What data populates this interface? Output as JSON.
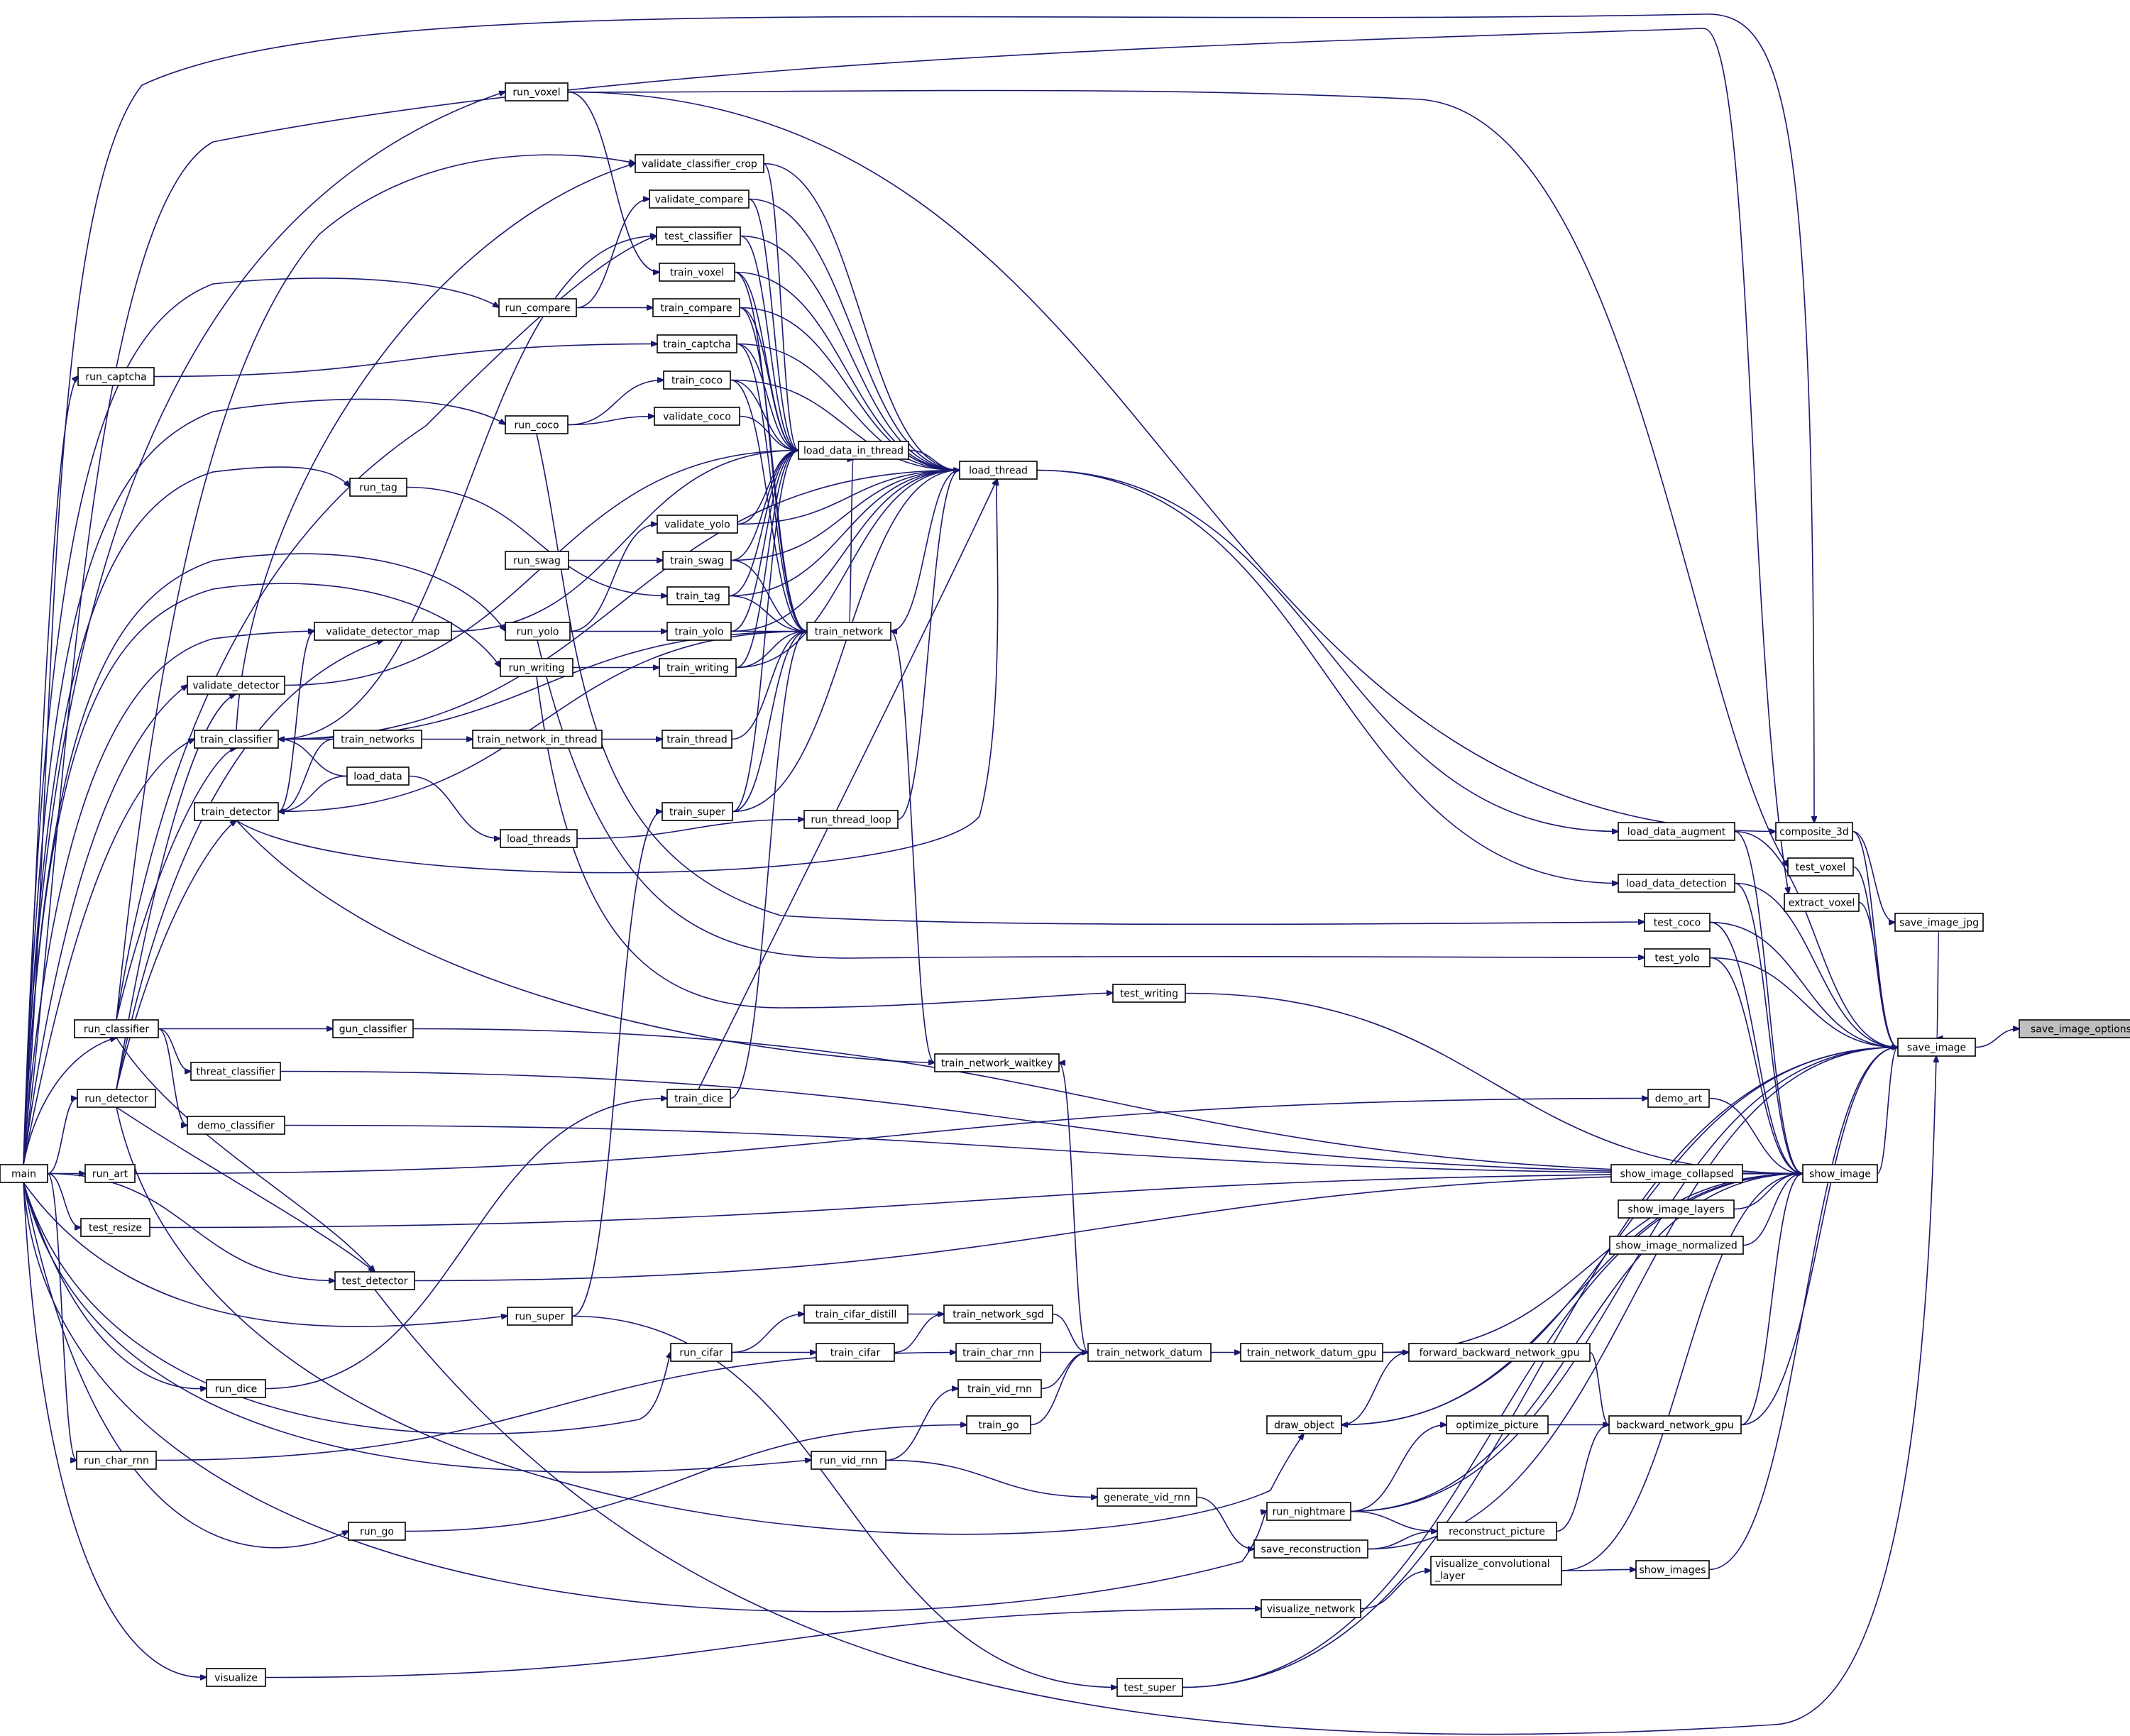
{
  "graph": {
    "colors": {
      "edge": "#191970",
      "target_fill": "#bfbfbf",
      "node_fill": "#ffffff",
      "node_border": "#000000"
    },
    "nodes": [
      {
        "id": "save_image_options",
        "label": "save_image_options"
      },
      {
        "id": "save_image",
        "label": "save_image"
      },
      {
        "id": "save_image_jpg",
        "label": "save_image_jpg"
      },
      {
        "id": "composite_3d",
        "label": "composite_3d"
      },
      {
        "id": "test_voxel",
        "label": "test_voxel"
      },
      {
        "id": "extract_voxel",
        "label": "extract_voxel"
      },
      {
        "id": "show_image",
        "label": "show_image"
      },
      {
        "id": "show_images",
        "label": "show_images"
      },
      {
        "id": "load_data_augment",
        "label": "load_data_augment"
      },
      {
        "id": "load_data_detection",
        "label": "load_data_detection"
      },
      {
        "id": "test_coco",
        "label": "test_coco"
      },
      {
        "id": "test_yolo",
        "label": "test_yolo"
      },
      {
        "id": "demo_art",
        "label": "demo_art"
      },
      {
        "id": "show_image_collapsed",
        "label": "show_image_collapsed"
      },
      {
        "id": "show_image_layers",
        "label": "show_image_layers"
      },
      {
        "id": "show_image_normalized",
        "label": "show_image_normalized"
      },
      {
        "id": "forward_backward_network_gpu",
        "label": "forward_backward_network_gpu"
      },
      {
        "id": "backward_network_gpu",
        "label": "backward_network_gpu"
      },
      {
        "id": "train_network_datum_gpu",
        "label": "train_network_datum_gpu"
      },
      {
        "id": "optimize_picture",
        "label": "optimize_picture"
      },
      {
        "id": "reconstruct_picture",
        "label": "reconstruct_picture"
      },
      {
        "id": "visualize_convolutional_layer",
        "label": "visualize_convolutional_layer",
        "lines": [
          "visualize_convolutional",
          "_layer"
        ]
      },
      {
        "id": "draw_object",
        "label": "draw_object"
      },
      {
        "id": "run_nightmare",
        "label": "run_nightmare"
      },
      {
        "id": "save_reconstruction",
        "label": "save_reconstruction"
      },
      {
        "id": "visualize_network",
        "label": "visualize_network"
      },
      {
        "id": "test_writing",
        "label": "test_writing"
      },
      {
        "id": "load_thread",
        "label": "load_thread"
      },
      {
        "id": "load_data_in_thread",
        "label": "load_data_in_thread"
      },
      {
        "id": "train_network",
        "label": "train_network"
      },
      {
        "id": "train_network_waitkey",
        "label": "train_network_waitkey"
      },
      {
        "id": "train_network_datum",
        "label": "train_network_datum"
      },
      {
        "id": "train_network_sgd",
        "label": "train_network_sgd"
      },
      {
        "id": "train_char_rnn",
        "label": "train_char_rnn"
      },
      {
        "id": "train_vid_rnn",
        "label": "train_vid_rnn"
      },
      {
        "id": "train_go",
        "label": "train_go"
      },
      {
        "id": "generate_vid_rnn",
        "label": "generate_vid_rnn"
      },
      {
        "id": "test_super",
        "label": "test_super"
      },
      {
        "id": "run_voxel",
        "label": "run_voxel"
      },
      {
        "id": "validate_classifier_crop",
        "label": "validate_classifier_crop"
      },
      {
        "id": "validate_compare",
        "label": "validate_compare"
      },
      {
        "id": "test_classifier",
        "label": "test_classifier"
      },
      {
        "id": "train_voxel",
        "label": "train_voxel"
      },
      {
        "id": "train_compare",
        "label": "train_compare"
      },
      {
        "id": "train_captcha",
        "label": "train_captcha"
      },
      {
        "id": "train_coco",
        "label": "train_coco"
      },
      {
        "id": "validate_coco",
        "label": "validate_coco"
      },
      {
        "id": "validate_yolo",
        "label": "validate_yolo"
      },
      {
        "id": "train_swag",
        "label": "train_swag"
      },
      {
        "id": "train_tag",
        "label": "train_tag"
      },
      {
        "id": "train_yolo",
        "label": "train_yolo"
      },
      {
        "id": "train_writing",
        "label": "train_writing"
      },
      {
        "id": "train_thread",
        "label": "train_thread"
      },
      {
        "id": "train_super",
        "label": "train_super"
      },
      {
        "id": "run_thread_loop",
        "label": "run_thread_loop"
      },
      {
        "id": "train_dice",
        "label": "train_dice"
      },
      {
        "id": "train_cifar_distill",
        "label": "train_cifar_distill"
      },
      {
        "id": "train_cifar",
        "label": "train_cifar"
      },
      {
        "id": "run_vid_rnn",
        "label": "run_vid_rnn"
      },
      {
        "id": "run_cifar",
        "label": "run_cifar"
      },
      {
        "id": "run_super",
        "label": "run_super"
      },
      {
        "id": "run_compare",
        "label": "run_compare"
      },
      {
        "id": "run_coco",
        "label": "run_coco"
      },
      {
        "id": "run_swag",
        "label": "run_swag"
      },
      {
        "id": "run_yolo",
        "label": "run_yolo"
      },
      {
        "id": "run_writing",
        "label": "run_writing"
      },
      {
        "id": "train_network_in_thread",
        "label": "train_network_in_thread"
      },
      {
        "id": "load_threads",
        "label": "load_threads"
      },
      {
        "id": "run_captcha",
        "label": "run_captcha"
      },
      {
        "id": "run_tag",
        "label": "run_tag"
      },
      {
        "id": "validate_detector_map",
        "label": "validate_detector_map"
      },
      {
        "id": "validate_detector",
        "label": "validate_detector"
      },
      {
        "id": "train_classifier",
        "label": "train_classifier"
      },
      {
        "id": "train_networks",
        "label": "train_networks"
      },
      {
        "id": "load_data",
        "label": "load_data"
      },
      {
        "id": "train_detector",
        "label": "train_detector"
      },
      {
        "id": "gun_classifier",
        "label": "gun_classifier"
      },
      {
        "id": "threat_classifier",
        "label": "threat_classifier"
      },
      {
        "id": "demo_classifier",
        "label": "demo_classifier"
      },
      {
        "id": "test_detector",
        "label": "test_detector"
      },
      {
        "id": "run_dice",
        "label": "run_dice"
      },
      {
        "id": "run_go",
        "label": "run_go"
      },
      {
        "id": "visualize",
        "label": "visualize"
      },
      {
        "id": "run_classifier",
        "label": "run_classifier"
      },
      {
        "id": "run_detector",
        "label": "run_detector"
      },
      {
        "id": "run_art",
        "label": "run_art"
      },
      {
        "id": "test_resize",
        "label": "test_resize"
      },
      {
        "id": "run_char_rnn",
        "label": "run_char_rnn"
      },
      {
        "id": "main",
        "label": "main"
      }
    ],
    "edges": [
      [
        "save_image",
        "save_image_options"
      ],
      [
        "save_image_jpg",
        "save_image"
      ],
      [
        "composite_3d",
        "save_image_jpg"
      ],
      [
        "composite_3d",
        "save_image"
      ],
      [
        "test_voxel",
        "save_image"
      ],
      [
        "extract_voxel",
        "save_image"
      ],
      [
        "show_image",
        "save_image"
      ],
      [
        "show_images",
        "save_image"
      ],
      [
        "load_data_augment",
        "save_image"
      ],
      [
        "load_data_detection",
        "save_image"
      ],
      [
        "test_coco",
        "save_image"
      ],
      [
        "test_yolo",
        "save_image"
      ],
      [
        "test_detector",
        "save_image"
      ],
      [
        "test_super",
        "save_image"
      ],
      [
        "backward_network_gpu",
        "save_image"
      ],
      [
        "draw_object",
        "save_image"
      ],
      [
        "run_nightmare",
        "save_image"
      ],
      [
        "save_reconstruction",
        "save_image"
      ],
      [
        "run_voxel",
        "composite_3d"
      ],
      [
        "main",
        "composite_3d"
      ],
      [
        "run_voxel",
        "test_voxel"
      ],
      [
        "main",
        "extract_voxel"
      ],
      [
        "load_data_augment",
        "show_image"
      ],
      [
        "load_data_detection",
        "show_image"
      ],
      [
        "test_coco",
        "show_image"
      ],
      [
        "test_yolo",
        "show_image"
      ],
      [
        "test_writing",
        "show_image"
      ],
      [
        "demo_art",
        "show_image"
      ],
      [
        "show_image_collapsed",
        "show_image"
      ],
      [
        "show_image_layers",
        "show_image"
      ],
      [
        "show_image_normalized",
        "show_image"
      ],
      [
        "gun_classifier",
        "show_image"
      ],
      [
        "threat_classifier",
        "show_image"
      ],
      [
        "demo_classifier",
        "show_image"
      ],
      [
        "test_resize",
        "show_image"
      ],
      [
        "test_detector",
        "show_image"
      ],
      [
        "train_network_datum_gpu",
        "show_image"
      ],
      [
        "draw_object",
        "show_image"
      ],
      [
        "backward_network_gpu",
        "show_image"
      ],
      [
        "run_nightmare",
        "show_image"
      ],
      [
        "visualize_convolutional_layer",
        "show_image"
      ],
      [
        "test_super",
        "show_image"
      ],
      [
        "visualize_convolutional_layer",
        "show_images"
      ],
      [
        "load_thread",
        "load_data_augment"
      ],
      [
        "load_thread",
        "load_data_detection"
      ],
      [
        "run_coco",
        "test_coco"
      ],
      [
        "run_yolo",
        "test_yolo"
      ],
      [
        "run_writing",
        "test_writing"
      ],
      [
        "run_art",
        "demo_art"
      ],
      [
        "train_network_datum_gpu",
        "forward_backward_network_gpu"
      ],
      [
        "forward_backward_network_gpu",
        "backward_network_gpu"
      ],
      [
        "optimize_picture",
        "backward_network_gpu"
      ],
      [
        "reconstruct_picture",
        "backward_network_gpu"
      ],
      [
        "train_network_datum",
        "train_network_datum_gpu"
      ],
      [
        "run_nightmare",
        "optimize_picture"
      ],
      [
        "run_nightmare",
        "reconstruct_picture"
      ],
      [
        "save_reconstruction",
        "reconstruct_picture"
      ],
      [
        "visualize_network",
        "visualize_convolutional_layer"
      ],
      [
        "forward_backward_network_gpu",
        "draw_object"
      ],
      [
        "run_detector",
        "draw_object"
      ],
      [
        "main",
        "run_nightmare"
      ],
      [
        "generate_vid_rnn",
        "save_reconstruction"
      ],
      [
        "visualize",
        "visualize_network"
      ],
      [
        "load_data_in_thread",
        "load_thread"
      ],
      [
        "train_network",
        "load_data_in_thread"
      ],
      [
        "train_network",
        "load_thread"
      ],
      [
        "train_network_waitkey",
        "train_network"
      ],
      [
        "train_network_datum",
        "train_network_waitkey"
      ],
      [
        "train_network_sgd",
        "train_network_datum"
      ],
      [
        "train_char_rnn",
        "train_network_datum"
      ],
      [
        "train_vid_rnn",
        "train_network_datum"
      ],
      [
        "train_go",
        "train_network_datum"
      ],
      [
        "train_cifar_distill",
        "train_network_sgd"
      ],
      [
        "train_cifar",
        "train_network_sgd"
      ],
      [
        "run_cifar",
        "train_cifar_distill"
      ],
      [
        "run_cifar",
        "train_cifar"
      ],
      [
        "run_vid_rnn",
        "train_vid_rnn"
      ],
      [
        "run_vid_rnn",
        "generate_vid_rnn"
      ],
      [
        "run_go",
        "train_go"
      ],
      [
        "run_super",
        "test_super"
      ],
      [
        "run_super",
        "train_super"
      ],
      [
        "main",
        "run_voxel"
      ],
      [
        "run_voxel",
        "train_voxel"
      ],
      [
        "validate_classifier_crop",
        "load_data_in_thread"
      ],
      [
        "validate_classifier_crop",
        "load_thread"
      ],
      [
        "validate_compare",
        "load_data_in_thread"
      ],
      [
        "validate_compare",
        "load_thread"
      ],
      [
        "test_classifier",
        "load_data_in_thread"
      ],
      [
        "test_classifier",
        "load_thread"
      ],
      [
        "train_voxel",
        "load_data_in_thread"
      ],
      [
        "train_voxel",
        "load_thread"
      ],
      [
        "train_voxel",
        "train_network"
      ],
      [
        "train_compare",
        "load_data_in_thread"
      ],
      [
        "train_compare",
        "load_thread"
      ],
      [
        "train_compare",
        "train_network"
      ],
      [
        "train_captcha",
        "load_data_in_thread"
      ],
      [
        "train_captcha",
        "load_thread"
      ],
      [
        "train_captcha",
        "train_network"
      ],
      [
        "train_coco",
        "load_data_in_thread"
      ],
      [
        "train_coco",
        "load_thread"
      ],
      [
        "train_coco",
        "train_network"
      ],
      [
        "validate_coco",
        "load_data_in_thread"
      ],
      [
        "validate_yolo",
        "load_data_in_thread"
      ],
      [
        "validate_yolo",
        "load_thread"
      ],
      [
        "train_swag",
        "load_data_in_thread"
      ],
      [
        "train_swag",
        "load_thread"
      ],
      [
        "train_swag",
        "train_network"
      ],
      [
        "train_tag",
        "load_data_in_thread"
      ],
      [
        "train_tag",
        "load_thread"
      ],
      [
        "train_tag",
        "train_network"
      ],
      [
        "train_yolo",
        "load_data_in_thread"
      ],
      [
        "train_yolo",
        "load_thread"
      ],
      [
        "train_yolo",
        "train_network"
      ],
      [
        "train_writing",
        "load_data_in_thread"
      ],
      [
        "train_writing",
        "load_thread"
      ],
      [
        "train_writing",
        "train_network"
      ],
      [
        "train_thread",
        "train_network"
      ],
      [
        "train_super",
        "load_data_in_thread"
      ],
      [
        "train_super",
        "load_thread"
      ],
      [
        "train_super",
        "train_network"
      ],
      [
        "train_dice",
        "train_network"
      ],
      [
        "train_dice",
        "load_thread"
      ],
      [
        "run_thread_loop",
        "load_thread"
      ],
      [
        "run_compare",
        "validate_compare"
      ],
      [
        "run_compare",
        "train_compare"
      ],
      [
        "run_coco",
        "train_coco"
      ],
      [
        "run_coco",
        "validate_coco"
      ],
      [
        "run_swag",
        "train_swag"
      ],
      [
        "run_tag",
        "train_tag"
      ],
      [
        "run_yolo",
        "validate_yolo"
      ],
      [
        "run_yolo",
        "train_yolo"
      ],
      [
        "run_writing",
        "train_writing"
      ],
      [
        "train_network_in_thread",
        "train_thread"
      ],
      [
        "train_networks",
        "train_network_in_thread"
      ],
      [
        "load_threads",
        "run_thread_loop"
      ],
      [
        "load_data",
        "load_threads"
      ],
      [
        "run_captcha",
        "train_captcha"
      ],
      [
        "validate_detector_map",
        "load_data_in_thread"
      ],
      [
        "train_detector",
        "validate_detector_map"
      ],
      [
        "run_detector",
        "validate_detector_map"
      ],
      [
        "validate_detector",
        "load_data_in_thread"
      ],
      [
        "run_detector",
        "validate_detector"
      ],
      [
        "train_classifier",
        "validate_classifier_crop"
      ],
      [
        "train_classifier",
        "test_classifier"
      ],
      [
        "train_classifier",
        "train_network"
      ],
      [
        "train_classifier",
        "load_thread"
      ],
      [
        "train_networks",
        "train_classifier"
      ],
      [
        "train_networks",
        "train_detector"
      ],
      [
        "load_data",
        "train_classifier"
      ],
      [
        "load_data",
        "train_detector"
      ],
      [
        "train_detector",
        "train_network"
      ],
      [
        "train_detector",
        "load_thread"
      ],
      [
        "train_detector",
        "train_network_waitkey"
      ],
      [
        "run_classifier",
        "train_classifier"
      ],
      [
        "run_classifier",
        "gun_classifier"
      ],
      [
        "run_classifier",
        "threat_classifier"
      ],
      [
        "run_classifier",
        "demo_classifier"
      ],
      [
        "run_classifier",
        "validate_classifier_crop"
      ],
      [
        "run_classifier",
        "test_classifier"
      ],
      [
        "run_detector",
        "train_detector"
      ],
      [
        "run_detector",
        "test_detector"
      ],
      [
        "run_classifier",
        "test_detector"
      ],
      [
        "main",
        "run_classifier"
      ],
      [
        "main",
        "run_detector"
      ],
      [
        "main",
        "run_art"
      ],
      [
        "main",
        "test_resize"
      ],
      [
        "main",
        "test_detector"
      ],
      [
        "main",
        "run_super"
      ],
      [
        "main",
        "run_dice"
      ],
      [
        "run_dice",
        "train_dice"
      ],
      [
        "main",
        "run_cifar"
      ],
      [
        "main",
        "run_char_rnn"
      ],
      [
        "run_char_rnn",
        "train_char_rnn"
      ],
      [
        "main",
        "run_vid_rnn"
      ],
      [
        "main",
        "run_go"
      ],
      [
        "main",
        "visualize"
      ],
      [
        "main",
        "run_captcha"
      ],
      [
        "main",
        "run_compare"
      ],
      [
        "main",
        "run_coco"
      ],
      [
        "main",
        "run_tag"
      ],
      [
        "main",
        "run_yolo"
      ],
      [
        "main",
        "run_writing"
      ],
      [
        "main",
        "validate_detector_map"
      ],
      [
        "main",
        "validate_detector"
      ],
      [
        "main",
        "train_classifier"
      ]
    ]
  }
}
